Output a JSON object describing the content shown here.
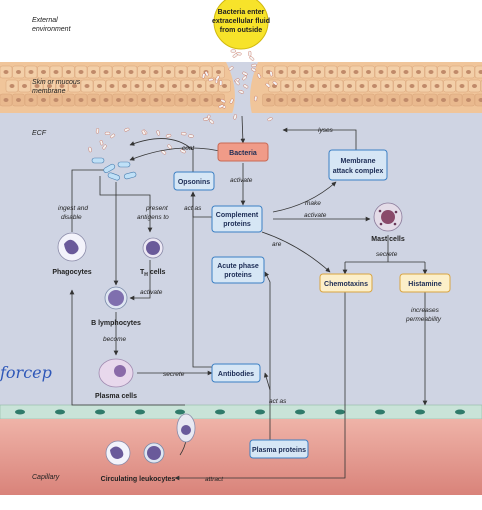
{
  "regions": {
    "external": [
      "External",
      "environment"
    ],
    "skin": [
      "Skin or mucous",
      "membrane"
    ],
    "ecf": "ECF",
    "capillary": "Capillary"
  },
  "callout": [
    "Bacteria enter",
    "extracellular fluid",
    "from outside"
  ],
  "boxes": {
    "bacteria": [
      "Bacteria"
    ],
    "opsonins": [
      "Opsonins"
    ],
    "complement": [
      "Complement",
      "proteins"
    ],
    "membrane_attack": [
      "Membrane",
      "attack complex"
    ],
    "acute_phase": [
      "Acute phase",
      "proteins"
    ],
    "antibodies": [
      "Antibodies"
    ],
    "plasma_proteins": [
      "Plasma proteins"
    ],
    "chemotaxins": [
      "Chemotaxins"
    ],
    "histamine": [
      "Histamine"
    ]
  },
  "cells": {
    "phagocytes": "Phagocytes",
    "th_main": "T",
    "th_sub": "H",
    "th_rest": " cells",
    "b_lymph": "B lymphocytes",
    "plasma_cells": "Plasma cells",
    "mast_cells": "Mast cells",
    "circulating": "Circulating leukocytes"
  },
  "arrow_labels": {
    "coat": "coat",
    "lyses": "lyses",
    "activate_bact": "activate",
    "make": "make",
    "activate_mast": "activate",
    "act_as_opsonins": "act as",
    "are": "are",
    "secrete_mast": "secrete",
    "ingest": [
      "ingest and",
      "disable"
    ],
    "present": [
      "present",
      "antigens to"
    ],
    "activate_b": "activate",
    "become": "become",
    "secrete_plasma": "secrete",
    "act_as_plasma": "act as",
    "increases": [
      "increases",
      "permeability"
    ],
    "attract": "attract"
  },
  "handwriting": "forcep",
  "colors": {
    "skin": "#f0c59a",
    "ecf": "#cfd4e3",
    "capillary": "#e39a90",
    "box_fill": "#d6e6f5",
    "box_stroke": "#3b7fc4",
    "bacteria_fill": "#f09b88",
    "chemo_fill": "#fcefc9",
    "callout_fill": "#f7e32a"
  }
}
